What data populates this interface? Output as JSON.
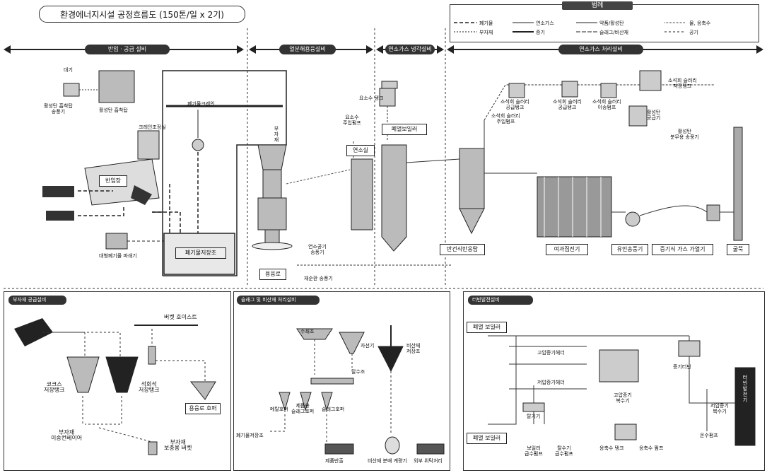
{
  "title": "환경에너지시설 공정흐름도 (150톤/일 x 2기)",
  "legend": {
    "head": "범례",
    "items": [
      "폐기물",
      "부자재",
      "연소가스",
      "증기",
      "약품/활성탄",
      "슬래그/비산재",
      "물, 응축수",
      "공기"
    ]
  },
  "banners": {
    "receiving": "반입 · 공급 설비",
    "melting": "열분해용융설비",
    "cooling": "연소가스 냉각설비",
    "gas": "연소가스 처리설비"
  },
  "labels": {
    "atmosphere": "대기",
    "ac_fan": "활성탄 흡착탑\n송풍기",
    "ac_tower": "활성탄 흡착탑",
    "waste_crane": "폐기물크레인",
    "crane_op": "크레인조정실",
    "receiving_area": "반입장",
    "waste_pit": "폐기물저장조",
    "bulky_crusher": "대형폐기물 파쇄기",
    "sub_material": "부자재",
    "melting_furnace": "용융로",
    "combustion_fan": "연소공기\n송풍기",
    "recirc_fan": "재순환 송풍기",
    "urea_tank": "요소수 탱크",
    "urea_pump": "요소수\n주입펌프",
    "combustor": "연소실",
    "waste_boiler": "폐열보일러",
    "slurry_tank_supply": "소석회 슬러리\n공급탱크",
    "slurry_tank_supply2": "소석회 슬러리\n공급탱크",
    "slurry_pump": "소석회 슬러리\n이송펌프",
    "slurry_store": "소석회 슬러리\n저장탱크",
    "slurry_inject": "소석회 슬러리\n주입펌프",
    "ac_supply": "활성탄\n공급기",
    "ac_blower": "활성탄\n분무용 송풍기",
    "spray_dryer": "반건식반응탑",
    "bag_filter": "여과집진기",
    "id_fan": "유인송풍기",
    "gas_heater": "증기식 가스 가열기",
    "stack": "굴뚝"
  },
  "panels": {
    "sub": {
      "head": "부자재 공급설비",
      "bucket_hoist": "버켓 호이스트",
      "coke_tank": "코크스\n저장탱크",
      "lime_tank": "석회석\n저장탱크",
      "conveyor": "부자재\n이송컨베이어",
      "furnace_hopper": "용융로 호퍼",
      "bucket": "부자재\n보충용 버켓"
    },
    "slag": {
      "head": "슬래그 및 비산재 처리설비",
      "water_tank": "수쇄조",
      "magnet": "자선기",
      "dewater": "탈수조",
      "metal_hopper": "메탈호퍼",
      "slag_hopper": "제품용\n슬래그호퍼",
      "slag_hopper2": "슬래그호퍼",
      "fly_ash_tank": "비산재\n저장조",
      "to_pit": "폐기물저장조",
      "product_out": "제품반출",
      "fly_ash_scale": "비산재 분배 계량기",
      "outside": "외부 위탁처리"
    },
    "power": {
      "head": "터빈발전설비",
      "boiler": "폐열 보일러",
      "hp_header": "고압증기헤더",
      "lp_header": "저압증기헤더",
      "turbine": "증기터빈",
      "generator": "터빈발전기",
      "deaerator": "탈기기",
      "hp_condenser": "고압증기\n복수기",
      "lp_condenser": "저압증기\n복수기",
      "warm_pump": "온수펌프",
      "boiler2": "폐열 보일러",
      "feed_pump": "보일러\n급수펌프",
      "deaer_pump": "탈수기\n급수펌프",
      "cond_tank": "응축수 탱크",
      "cond_pump": "응축수 펌프"
    }
  }
}
